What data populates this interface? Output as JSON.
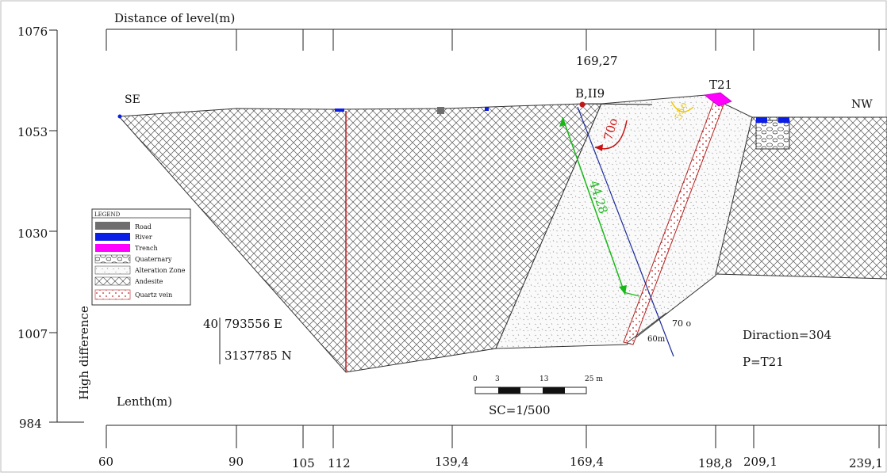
{
  "header": {
    "distance_label": "Distance of level(m)",
    "distance_value": "169,27"
  },
  "y_axis": {
    "label": "High difference",
    "ticks": [
      "1076",
      "1053",
      "1030",
      "1007",
      "984"
    ]
  },
  "x_axis": {
    "label": "Lenth(m)",
    "ticks": [
      "60",
      "90",
      "105",
      "112",
      "139,4",
      "169,4",
      "198,8",
      "209,1",
      "239,1"
    ]
  },
  "section": {
    "left_end": "SE",
    "right_end": "NW",
    "borehole": "B,II9",
    "trench": "T21",
    "angle_marker": "70o",
    "angle_lower": "70 o",
    "depth_lower": "60m",
    "thickness": "44,28",
    "yellow_angle": "55o"
  },
  "legend": {
    "title": "LEGEND",
    "items": [
      "Road",
      "River",
      "Trench",
      "Quaternary",
      "Alteration Zone",
      "Andesite",
      "Quartz vein"
    ]
  },
  "coords": {
    "zone": "40",
    "easting": "793556 E",
    "northing": "3137785 N"
  },
  "info": {
    "direction": "Diraction=304",
    "point": "P=T21"
  },
  "scale": {
    "ticks": [
      "0",
      "3",
      "13",
      "25 m"
    ],
    "label": "SC=1/500"
  },
  "colors": {
    "road": "#6e6e6e",
    "river": "#0a1ee6",
    "trench": "#ff00ff",
    "vein": "#b22222",
    "thickness": "#18b818",
    "angle": "#c81414",
    "yellow": "#f0c800",
    "axis_line": "#1a2a9a"
  }
}
